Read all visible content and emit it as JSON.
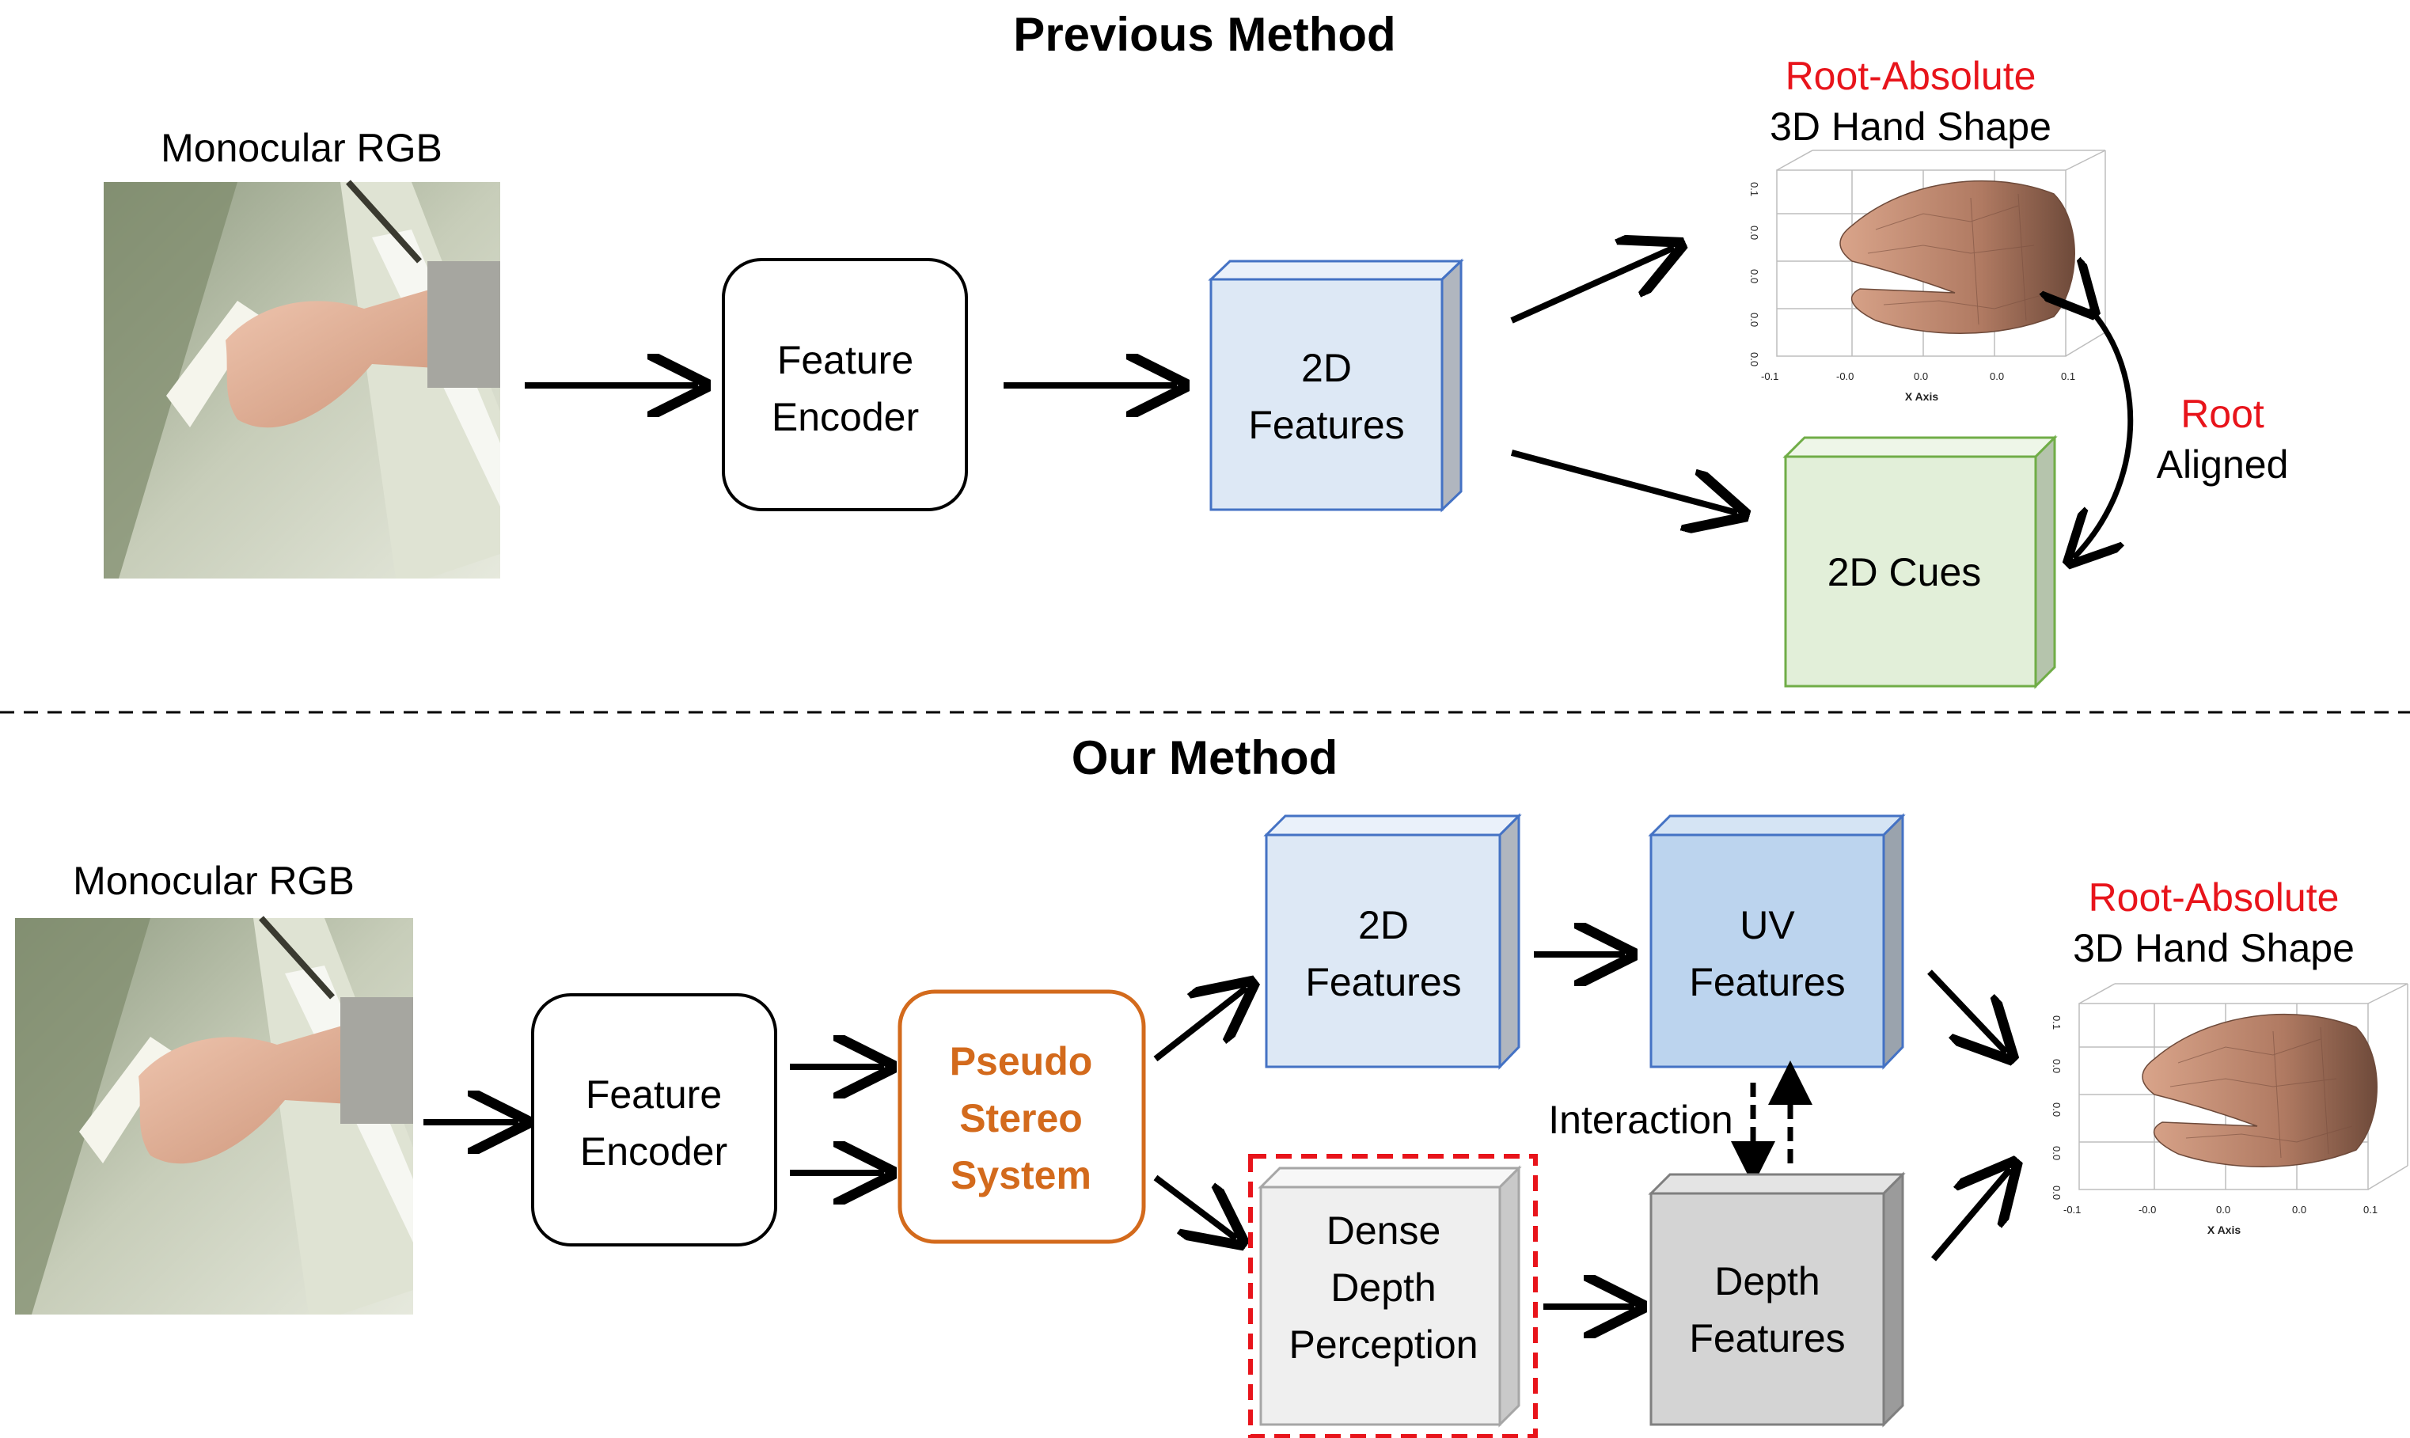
{
  "previous": {
    "title": "Previous Method",
    "input_label": "Monocular RGB",
    "encoder": {
      "line1": "Feature",
      "line2": "Encoder"
    },
    "features_2d": {
      "line1": "2D",
      "line2": "Features"
    },
    "output": {
      "line1": "Root-Absolute",
      "line2": "3D Hand Shape"
    },
    "cues": "2D Cues",
    "aligned": {
      "line1": "Root",
      "line2": "Aligned"
    },
    "axis": {
      "ticks": [
        "-0.1",
        "-0.0",
        "0.0",
        "0.0",
        "0.1"
      ],
      "name": "X Axis",
      "yticks": [
        "0.1",
        "0.0",
        "0.0",
        "0.0",
        "0.0"
      ]
    }
  },
  "ours": {
    "title": "Our Method",
    "input_label": "Monocular RGB",
    "encoder": {
      "line1": "Feature",
      "line2": "Encoder"
    },
    "pseudo": {
      "line1": "Pseudo",
      "line2": "Stereo",
      "line3": "System"
    },
    "features_2d": {
      "line1": "2D",
      "line2": "Features"
    },
    "uv": {
      "line1": "UV",
      "line2": "Features"
    },
    "interaction": "Interaction",
    "dense": {
      "line1": "Dense",
      "line2": "Depth",
      "line3": "Perception"
    },
    "depth": {
      "line1": "Depth",
      "line2": "Features"
    },
    "output": {
      "line1": "Root-Absolute",
      "line2": "3D Hand Shape"
    },
    "axis": {
      "ticks": [
        "-0.1",
        "-0.0",
        "0.0",
        "0.0",
        "0.1"
      ],
      "name": "X Axis",
      "yticks": [
        "0.1",
        "0.0",
        "0.0",
        "0.0",
        "0.0"
      ]
    }
  },
  "colors": {
    "blue_light": "#dde8f5",
    "blue_mid": "#bcd4ee",
    "blue_border": "#4472c4",
    "green_fill": "#e2efd9",
    "green_border": "#70ad47",
    "gray_light": "#efefef",
    "gray_mid": "#d4d4d4",
    "orange": "#d36a1c",
    "red": "#e8141b"
  }
}
